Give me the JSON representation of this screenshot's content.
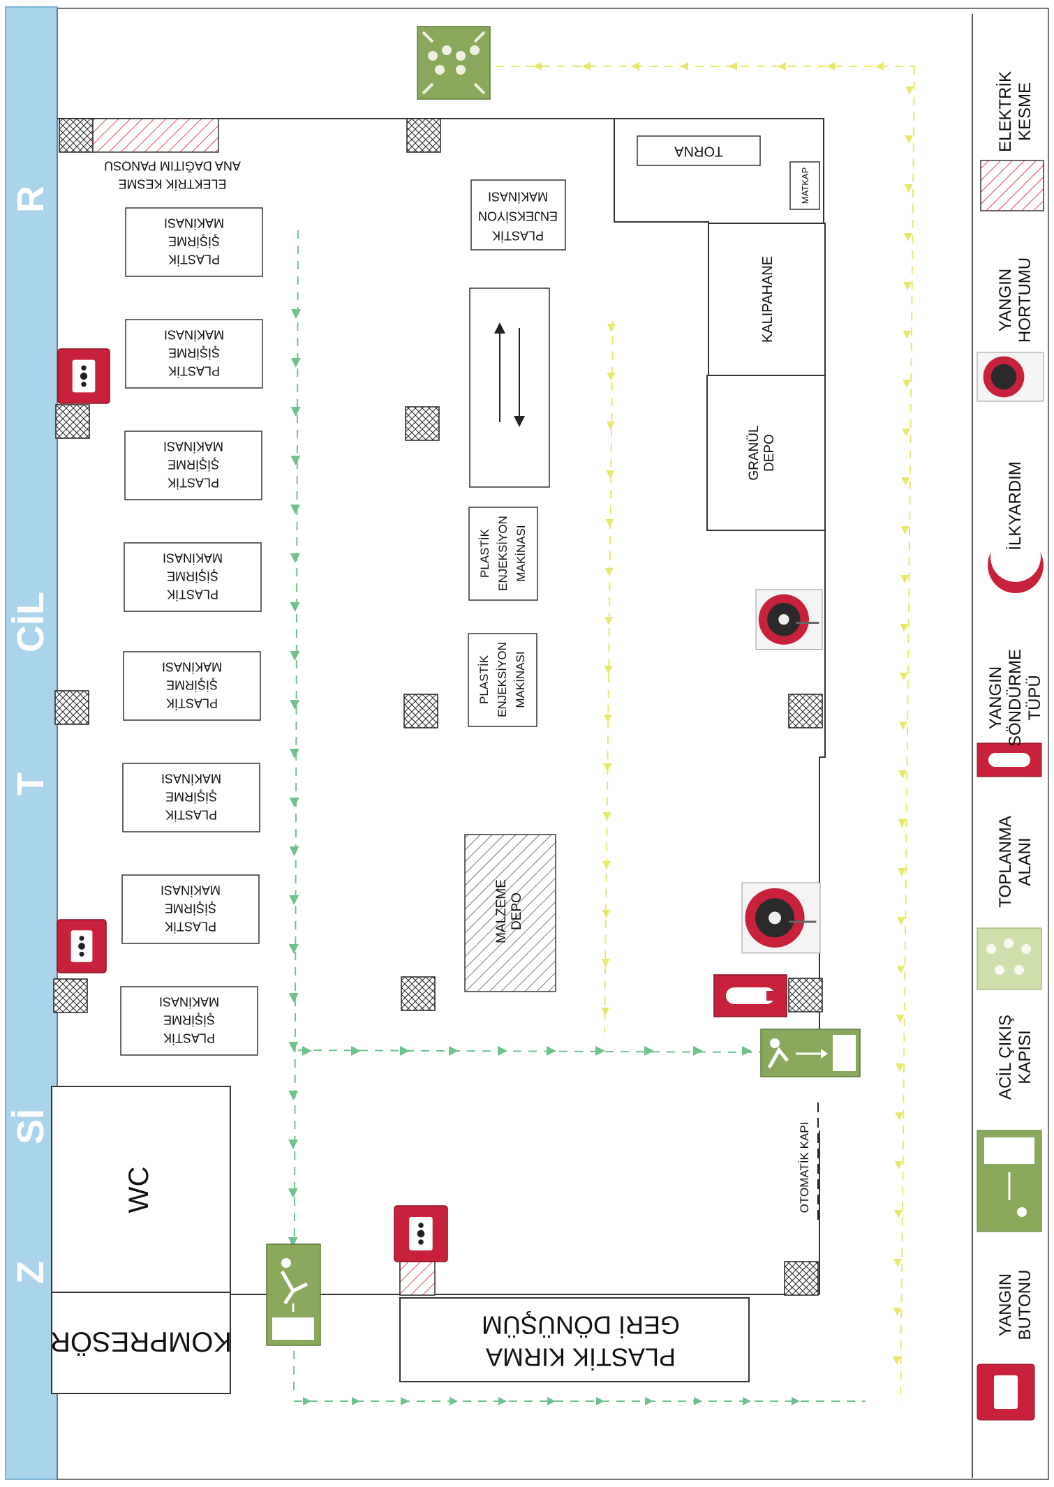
{
  "side_strip": {
    "words": [
      "Z",
      "Sİ",
      "T",
      "CİL",
      "R"
    ]
  },
  "plan": {
    "panel_label_line1": "ANA DAĞITIM PANOSU",
    "panel_label_line2": "ELEKTRİK KESME",
    "blow_machine_lines": [
      "PLASTİK",
      "ŞİŞİRME",
      "MAKİNASI"
    ],
    "injection_lines": [
      "PLASTİK",
      "ENJEKSİYON",
      "MAKİNASI"
    ],
    "torna": "TORNA",
    "matkap": "MATKAP",
    "kalipahane": "KALIPAHANE",
    "granul_lines": [
      "GRANÜL",
      "DEPO"
    ],
    "malzeme_lines": [
      "MALZEME",
      "DEPO"
    ],
    "wc": "WC",
    "kompresor": "KOMPRESÖR",
    "recycle_line1": "PLASTİK KIRMA",
    "recycle_line2": "GERİ DÖNÜŞÜM",
    "otomatik_kapi": "OTOMATİK KAPI"
  },
  "legend": [
    {
      "icon": "electric-cut-hatch-icon",
      "lines": [
        "ELEKTRİK",
        "KESME"
      ]
    },
    {
      "icon": "fire-hose-icon",
      "lines": [
        "YANGIN",
        "HORTUMU"
      ]
    },
    {
      "icon": "first-aid-crescent-icon",
      "lines": [
        "İLKYARDIM"
      ]
    },
    {
      "icon": "fire-extinguisher-icon",
      "lines": [
        "YANGIN",
        "SÖNDÜRME",
        "TÜPÜ"
      ]
    },
    {
      "icon": "assembly-point-icon",
      "lines": [
        "TOPLANMA",
        "ALANI"
      ]
    },
    {
      "icon": "emergency-exit-icon",
      "lines": [
        "ACİL ÇIKIŞ",
        "KAPISI"
      ]
    },
    {
      "icon": "fire-alarm-button-icon",
      "lines": [
        "YANGIN",
        "BUTONU"
      ]
    }
  ],
  "colors": {
    "route_green": "#6fc28e",
    "route_yellow": "#e8e86a",
    "alarm_red": "#c8213b",
    "hatch_red": "#e0485a",
    "sign_green": "#8aa85c",
    "strip_blue": "#a9d4ec"
  }
}
